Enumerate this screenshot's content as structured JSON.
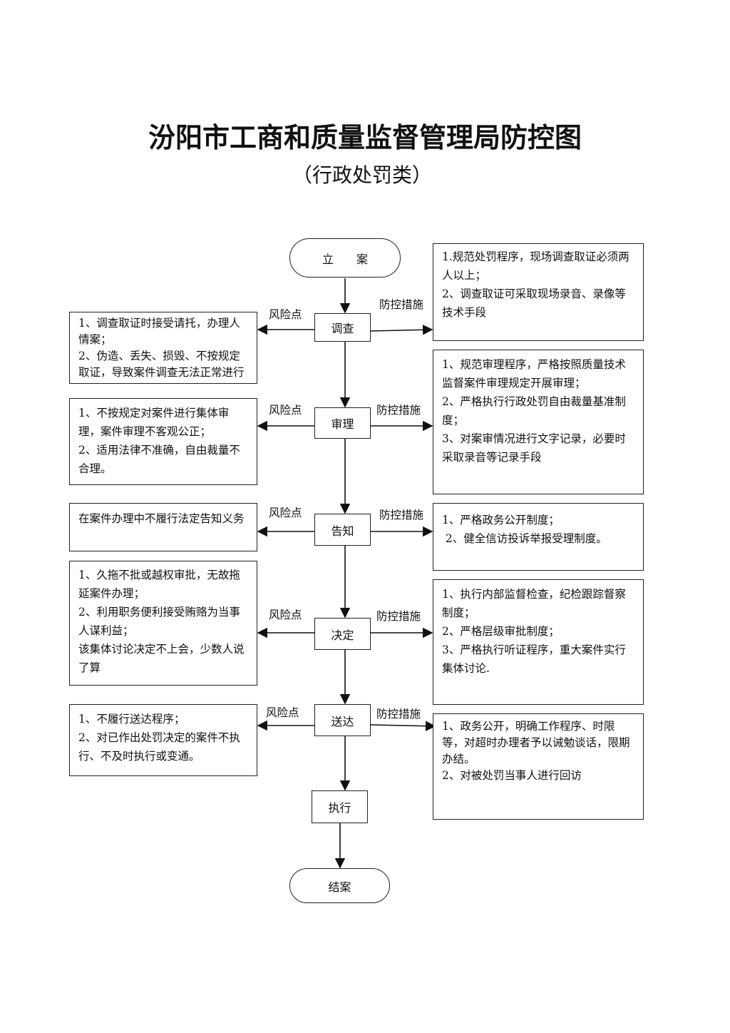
{
  "header": {
    "title": "汾阳市工商和质量监督管理局防控图",
    "subtitle": "（行政处罚类）"
  },
  "flow": {
    "start": "立　　案",
    "end": "结案",
    "risk_label": "风险点",
    "measure_label": "防控措施",
    "steps": [
      {
        "name": "调查",
        "risks": [
          "1、调查取证时接受请托，办理人情案；",
          "2、伪造、丢失、损毁、不按规定取证，导致案件调查无法正常进行"
        ],
        "measures": [
          "1.规范处罚程序，现场调查取证必须两人以上；",
          "2、调查取证可采取现场录音、录像等技术手段"
        ]
      },
      {
        "name": "审理",
        "risks": [
          "1、不按规定对案件进行集体审理，案件审理不客观公正；",
          "2、适用法律不准确，自由裁量不合理。"
        ],
        "measures": [
          "1、规范审理程序，严格按照质量技术监督案件审理规定开展审理；",
          "2、严格执行行政处罚自由裁量基准制度；",
          "3、对案审情况进行文字记录，必要时采取录音等记录手段"
        ]
      },
      {
        "name": "告知",
        "risks": [
          "在案件办理中不履行法定告知义务"
        ],
        "measures": [
          "1、严格政务公开制度；",
          " 2、健全信访投诉举报受理制度。"
        ]
      },
      {
        "name": "决定",
        "risks": [
          "1、久拖不批或越权审批，无故拖延案件办理；",
          "2、利用职务便利接受贿赂为当事人谋利益；",
          "该集体讨论决定不上会，少数人说了算"
        ],
        "measures": [
          "1、执行内部监督检查，纪检跟踪督察制度；",
          "2、严格层级审批制度；",
          "3、严格执行听证程序，重大案件实行集体讨论."
        ]
      },
      {
        "name": "送达",
        "risks": [
          "1、不履行送达程序；",
          "2、对已作出处罚决定的案件不执行、不及时执行或变通。"
        ],
        "measures": [
          "1、政务公开，明确工作程序、时限等，对超时办理者予以诫勉谈话，限期办结。",
          "2、对被处罚当事人进行回访"
        ]
      },
      {
        "name": "执行",
        "risks": [],
        "measures": []
      }
    ]
  }
}
